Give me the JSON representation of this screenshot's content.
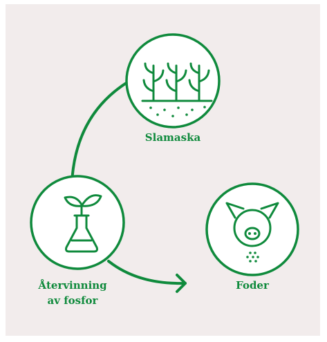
{
  "nodes": {
    "slamaska": {
      "label": "Slamaska"
    },
    "recovery": {
      "line1": "Återvinning",
      "line2": "av fosfor"
    },
    "foder": {
      "label": "Foder"
    }
  },
  "colors": {
    "green": "#0f8a3c",
    "background": "#f2ecec",
    "node_fill": "#ffffff"
  },
  "icons": {
    "slamaska": "plants-in-soil-icon",
    "recovery": "sprout-in-flask-icon",
    "foder": "pig-face-icon"
  }
}
